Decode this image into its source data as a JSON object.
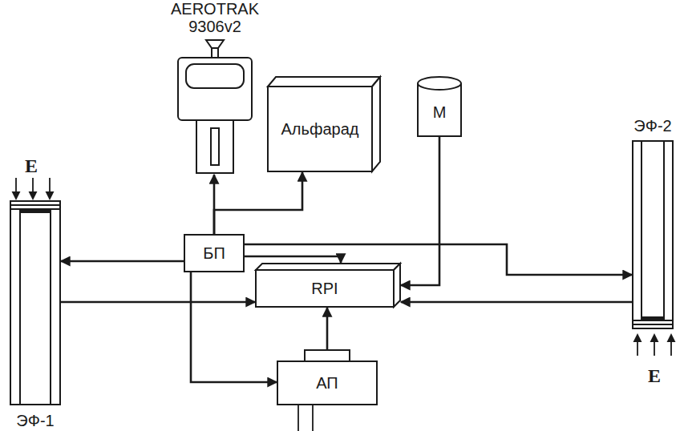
{
  "diagram": {
    "nodes": [
      {
        "text": [
          "AEROTRAK 9306v2"
        ]
      },
      {
        "text": [
          "Альфарад"
        ]
      },
      {
        "text": [
          "М"
        ]
      },
      {
        "text": [
          "ЭФ-2"
        ]
      },
      {
        "text": [
          "БП"
        ]
      },
      {
        "text": [
          "ЭФ-1"
        ]
      },
      {
        "text": [
          "RPI"
        ]
      },
      {
        "text": [
          "АП"
        ]
      }
    ],
    "edges": [
      {
        "from": 4,
        "to": 0,
        "arrow": "to"
      },
      {
        "from": 4,
        "to": 1,
        "arrow": "to"
      },
      {
        "from": 4,
        "to": 5,
        "arrow": "to"
      },
      {
        "from": 4,
        "to": 6,
        "arrow": "to"
      },
      {
        "from": 4,
        "to": 3,
        "arrow": "to"
      },
      {
        "from": 4,
        "to": 7,
        "arrow": "to"
      },
      {
        "from": 5,
        "to": 6,
        "arrow": "to"
      },
      {
        "from": 2,
        "to": 6,
        "arrow": "to"
      },
      {
        "from": 3,
        "to": 6,
        "arrow": "to"
      },
      {
        "from": 7,
        "to": 6,
        "arrow": "to"
      }
    ],
    "labels": [
      "E",
      "E"
    ]
  }
}
